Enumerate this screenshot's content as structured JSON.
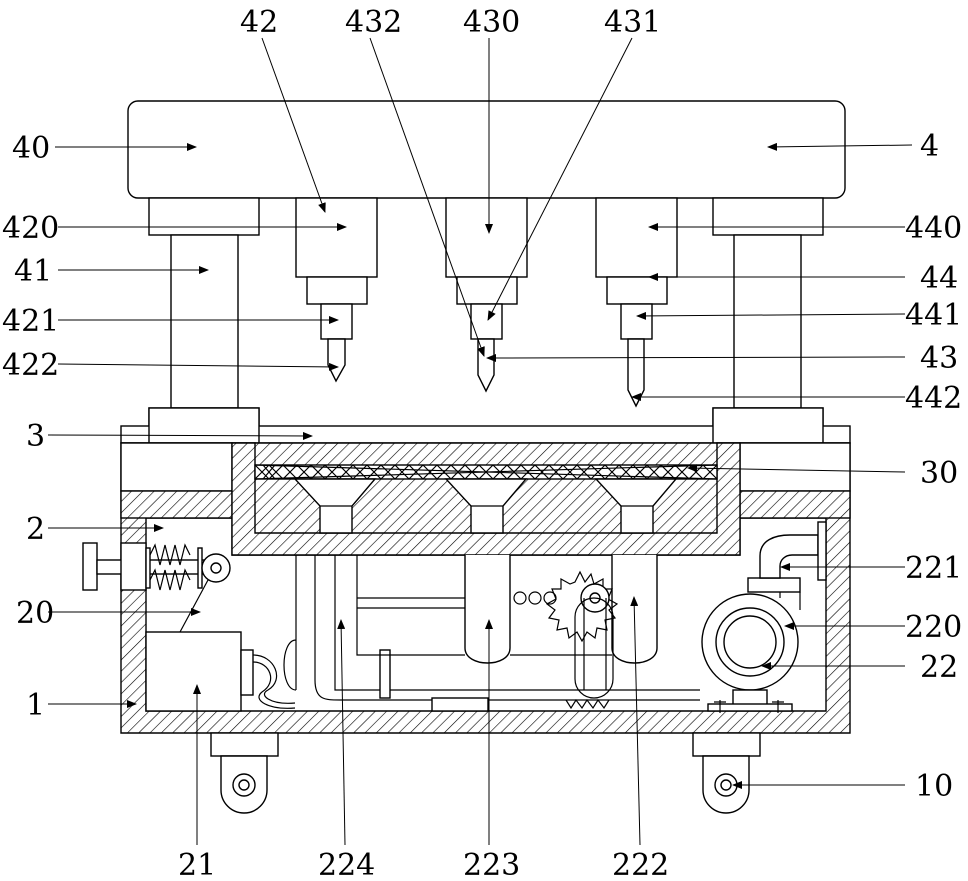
{
  "labels": {
    "l_40": "40",
    "l_4": "4",
    "l_42": "42",
    "l_432": "432",
    "l_430": "430",
    "l_431": "431",
    "l_420": "420",
    "l_440": "440",
    "l_41": "41",
    "l_44": "44",
    "l_421": "421",
    "l_441": "441",
    "l_422": "422",
    "l_43": "43",
    "l_442": "442",
    "l_3": "3",
    "l_30": "30",
    "l_2": "2",
    "l_221": "221",
    "l_20": "20",
    "l_220": "220",
    "l_22": "22",
    "l_1": "1",
    "l_10": "10",
    "l_21": "21",
    "l_224": "224",
    "l_223": "223",
    "l_222": "222"
  }
}
